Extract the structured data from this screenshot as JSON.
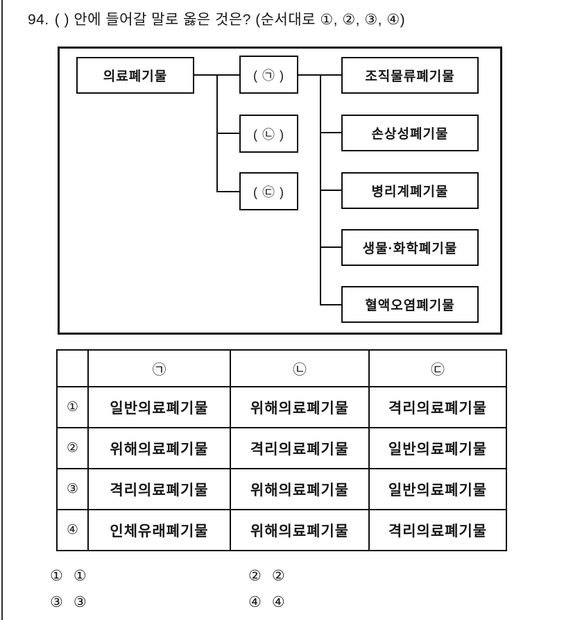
{
  "colors": {
    "ink": "#161616",
    "border": "#0d0d0d",
    "background": "#ffffff"
  },
  "question": {
    "number": "94.",
    "text": "( ) 안에 들어갈 말로 옳은 것은? (순서대로 ①, ②, ③, ④)"
  },
  "diagram": {
    "root": "의료폐기물",
    "placeholders": [
      "( ㉠ )",
      "( ㉡ )",
      "( ㉢ )"
    ],
    "leaves": [
      "조직물류폐기물",
      "손상성폐기물",
      "병리계폐기물",
      "생물·화학폐기물",
      "혈액오염폐기물"
    ]
  },
  "table": {
    "headers": [
      "",
      "㉠",
      "㉡",
      "㉢"
    ],
    "rows": [
      {
        "num": "①",
        "cells": [
          "일반의료폐기물",
          "위해의료폐기물",
          "격리의료폐기물"
        ]
      },
      {
        "num": "②",
        "cells": [
          "위해의료폐기물",
          "격리의료폐기물",
          "일반의료폐기물"
        ]
      },
      {
        "num": "③",
        "cells": [
          "격리의료폐기물",
          "위해의료폐기물",
          "일반의료폐기물"
        ]
      },
      {
        "num": "④",
        "cells": [
          "인체유래폐기물",
          "위해의료폐기물",
          "격리의료폐기물"
        ]
      }
    ]
  },
  "choices": [
    {
      "label": "①",
      "value": "①"
    },
    {
      "label": "②",
      "value": "②"
    },
    {
      "label": "③",
      "value": "③"
    },
    {
      "label": "④",
      "value": "④"
    }
  ]
}
